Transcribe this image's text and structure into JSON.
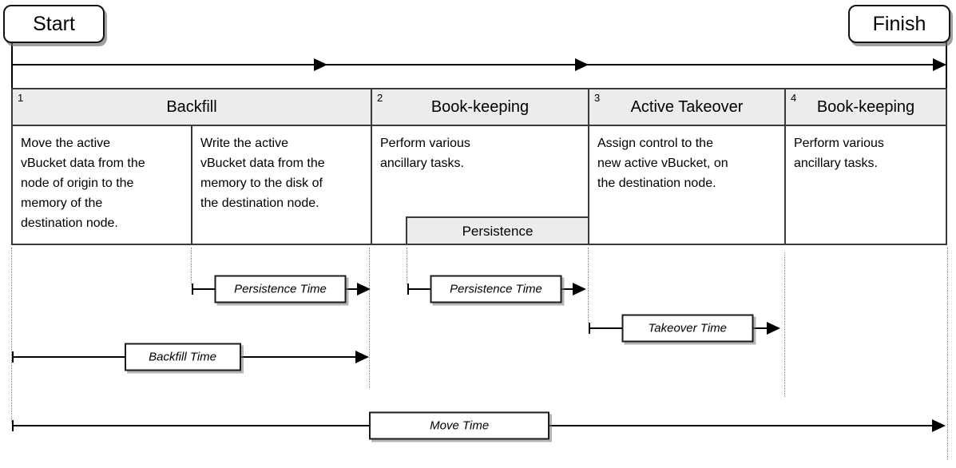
{
  "endpoints": {
    "start": "Start",
    "finish": "Finish"
  },
  "phases": [
    {
      "number": "1",
      "title": "Backfill",
      "tasks": [
        "Move the active vBucket data from the node of origin to the memory of the destination node.",
        "Write the active vBucket data from the memory to the disk of the destination node."
      ]
    },
    {
      "number": "2",
      "title": "Book-keeping",
      "tasks": [
        "Perform various ancillary tasks."
      ],
      "sub_box": "Persistence"
    },
    {
      "number": "3",
      "title": "Active Takeover",
      "tasks": [
        "Assign control to the new active vBucket, on the destination node."
      ]
    },
    {
      "number": "4",
      "title": "Book-keeping",
      "tasks": [
        "Perform various ancillary tasks."
      ]
    }
  ],
  "time_bars": [
    {
      "label": "Persistence Time"
    },
    {
      "label": "Persistence Time"
    },
    {
      "label": "Takeover Time"
    },
    {
      "label": "Backfill Time"
    },
    {
      "label": "Move Time"
    }
  ],
  "colors": {
    "header_fill": "#ececec",
    "sub_box_fill": "#ececec",
    "table_border": "#3a3a3a",
    "line": "#000000",
    "guide_dotted": "#8a8a8a",
    "node_fill": "#ffffff"
  }
}
